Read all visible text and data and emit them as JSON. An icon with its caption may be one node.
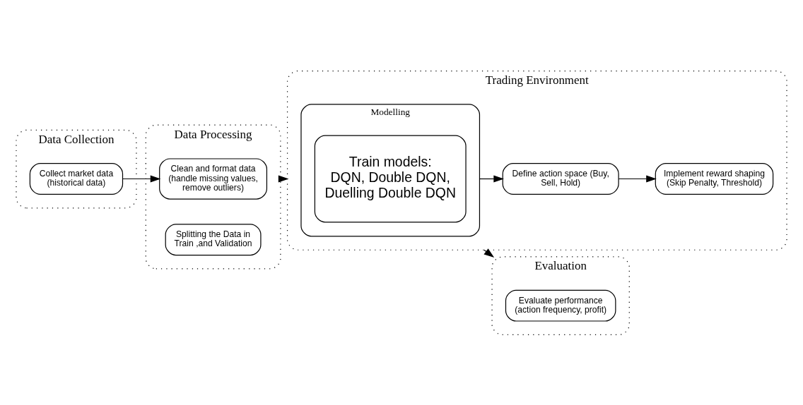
{
  "diagram": {
    "nodes": [
      {
        "text": [
          "Data Collection"
        ]
      },
      {
        "text": [
          "Collect market data (historical data)"
        ],
        "in": 0
      },
      {
        "text": [
          "Data Processing"
        ]
      },
      {
        "text": [
          "Clean and format data (handle missing values, remove outliers)"
        ],
        "in": 2
      },
      {
        "text": [
          "Splitting the Data in Train ,and Validation"
        ],
        "in": 2
      },
      {
        "text": [
          "Trading Environment"
        ]
      },
      {
        "text": [
          "Modelling"
        ],
        "in": 5
      },
      {
        "text": [
          "Train models:",
          "DQN, Double DQN, Duelling Double DQN"
        ],
        "in": 6
      },
      {
        "text": [
          "Define action space (Buy, Sell, Hold)"
        ],
        "in": 5
      },
      {
        "text": [
          "Implement reward shaping (Skip Penalty, Threshold)"
        ],
        "in": 5
      },
      {
        "text": [
          "Evaluation"
        ]
      },
      {
        "text": [
          "Evaluate performance (action frequency, profit)"
        ],
        "in": 10
      }
    ],
    "edges": [
      {
        "from": 1,
        "to": 3,
        "arrow": "to"
      },
      {
        "from": 2,
        "to": 5,
        "arrow": "to"
      },
      {
        "from": 6,
        "to": 8,
        "arrow": "to"
      },
      {
        "from": 8,
        "to": 9,
        "arrow": "to"
      },
      {
        "from": 5,
        "to": 10,
        "arrow": "to"
      }
    ]
  }
}
